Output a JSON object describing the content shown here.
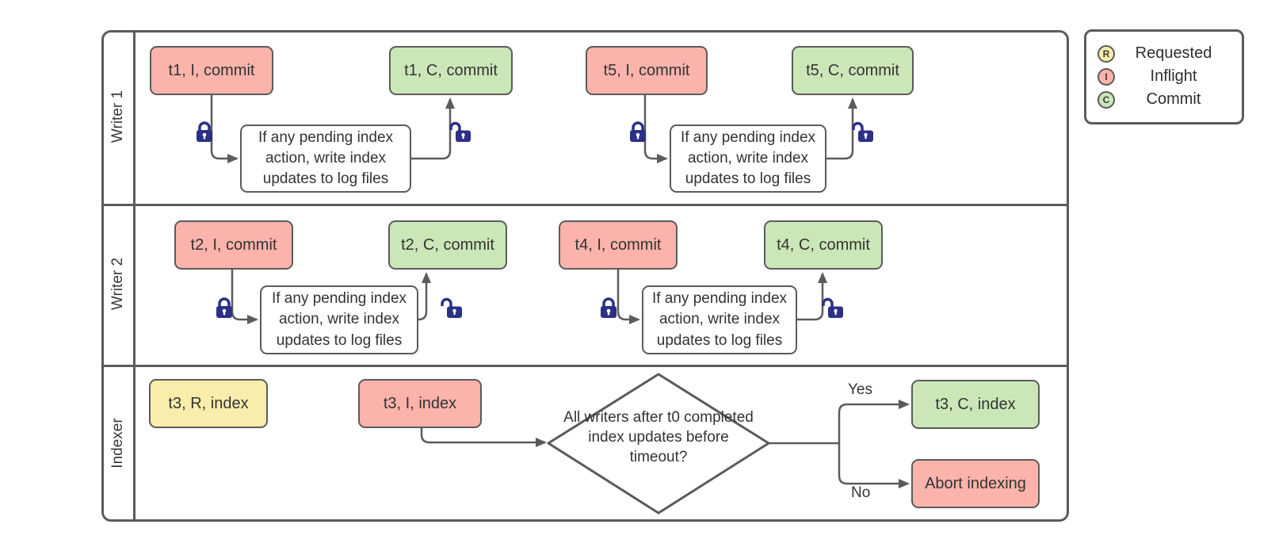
{
  "lanes": {
    "writer1": "Writer 1",
    "writer2": "Writer 2",
    "indexer": "Indexer"
  },
  "nodes": {
    "t1_inflight": "t1, I, commit",
    "t1_commit": "t1, C, commit",
    "t5_inflight": "t5, I, commit",
    "t5_commit": "t5, C, commit",
    "t2_inflight": "t2, I, commit",
    "t2_commit": "t2, C, commit",
    "t4_inflight": "t4, I, commit",
    "t4_commit": "t4, C, commit",
    "t3_requested": "t3, R, index",
    "t3_inflight": "t3, I, index",
    "t3_commit": "t3, C, index",
    "abort": "Abort indexing"
  },
  "process_note": "If any pending index action, write index updates to log files",
  "decision": "All writers after t0 completed index updates before timeout?",
  "branch_labels": {
    "yes": "Yes",
    "no": "No"
  },
  "legend": {
    "items": [
      {
        "symbol": "R",
        "label": "Requested",
        "color": "#f8edaa"
      },
      {
        "symbol": "I",
        "label": "Inflight",
        "color": "#fbb3ab"
      },
      {
        "symbol": "C",
        "label": "Commit",
        "color": "#cbe7b7"
      }
    ]
  },
  "colors": {
    "requested": "#f8edaa",
    "inflight": "#fbb3ab",
    "commit": "#cbe7b7",
    "line": "#5b5b5b",
    "lock": "#2b3087"
  }
}
